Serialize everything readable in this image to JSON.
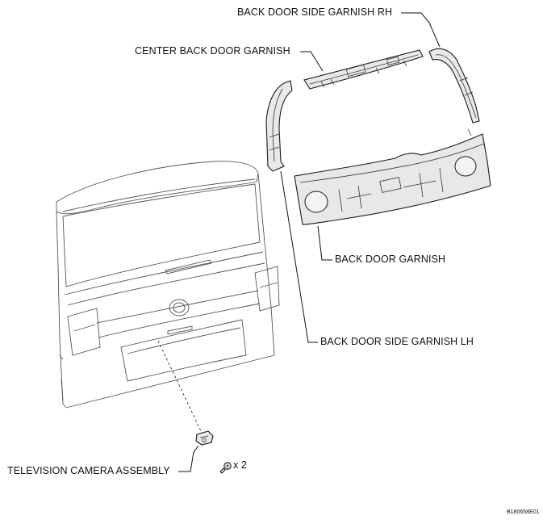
{
  "labels": {
    "side_garnish_rh": "BACK DOOR SIDE GARNISH RH",
    "center_garnish": "CENTER BACK DOOR GARNISH",
    "back_door_garnish": "BACK DOOR GARNISH",
    "side_garnish_lh": "BACK DOOR SIDE GARNISH LH",
    "camera_assembly": "TELEVISION CAMERA ASSEMBLY",
    "screw_qty": "x 2"
  },
  "figure_code": "B180658E01"
}
